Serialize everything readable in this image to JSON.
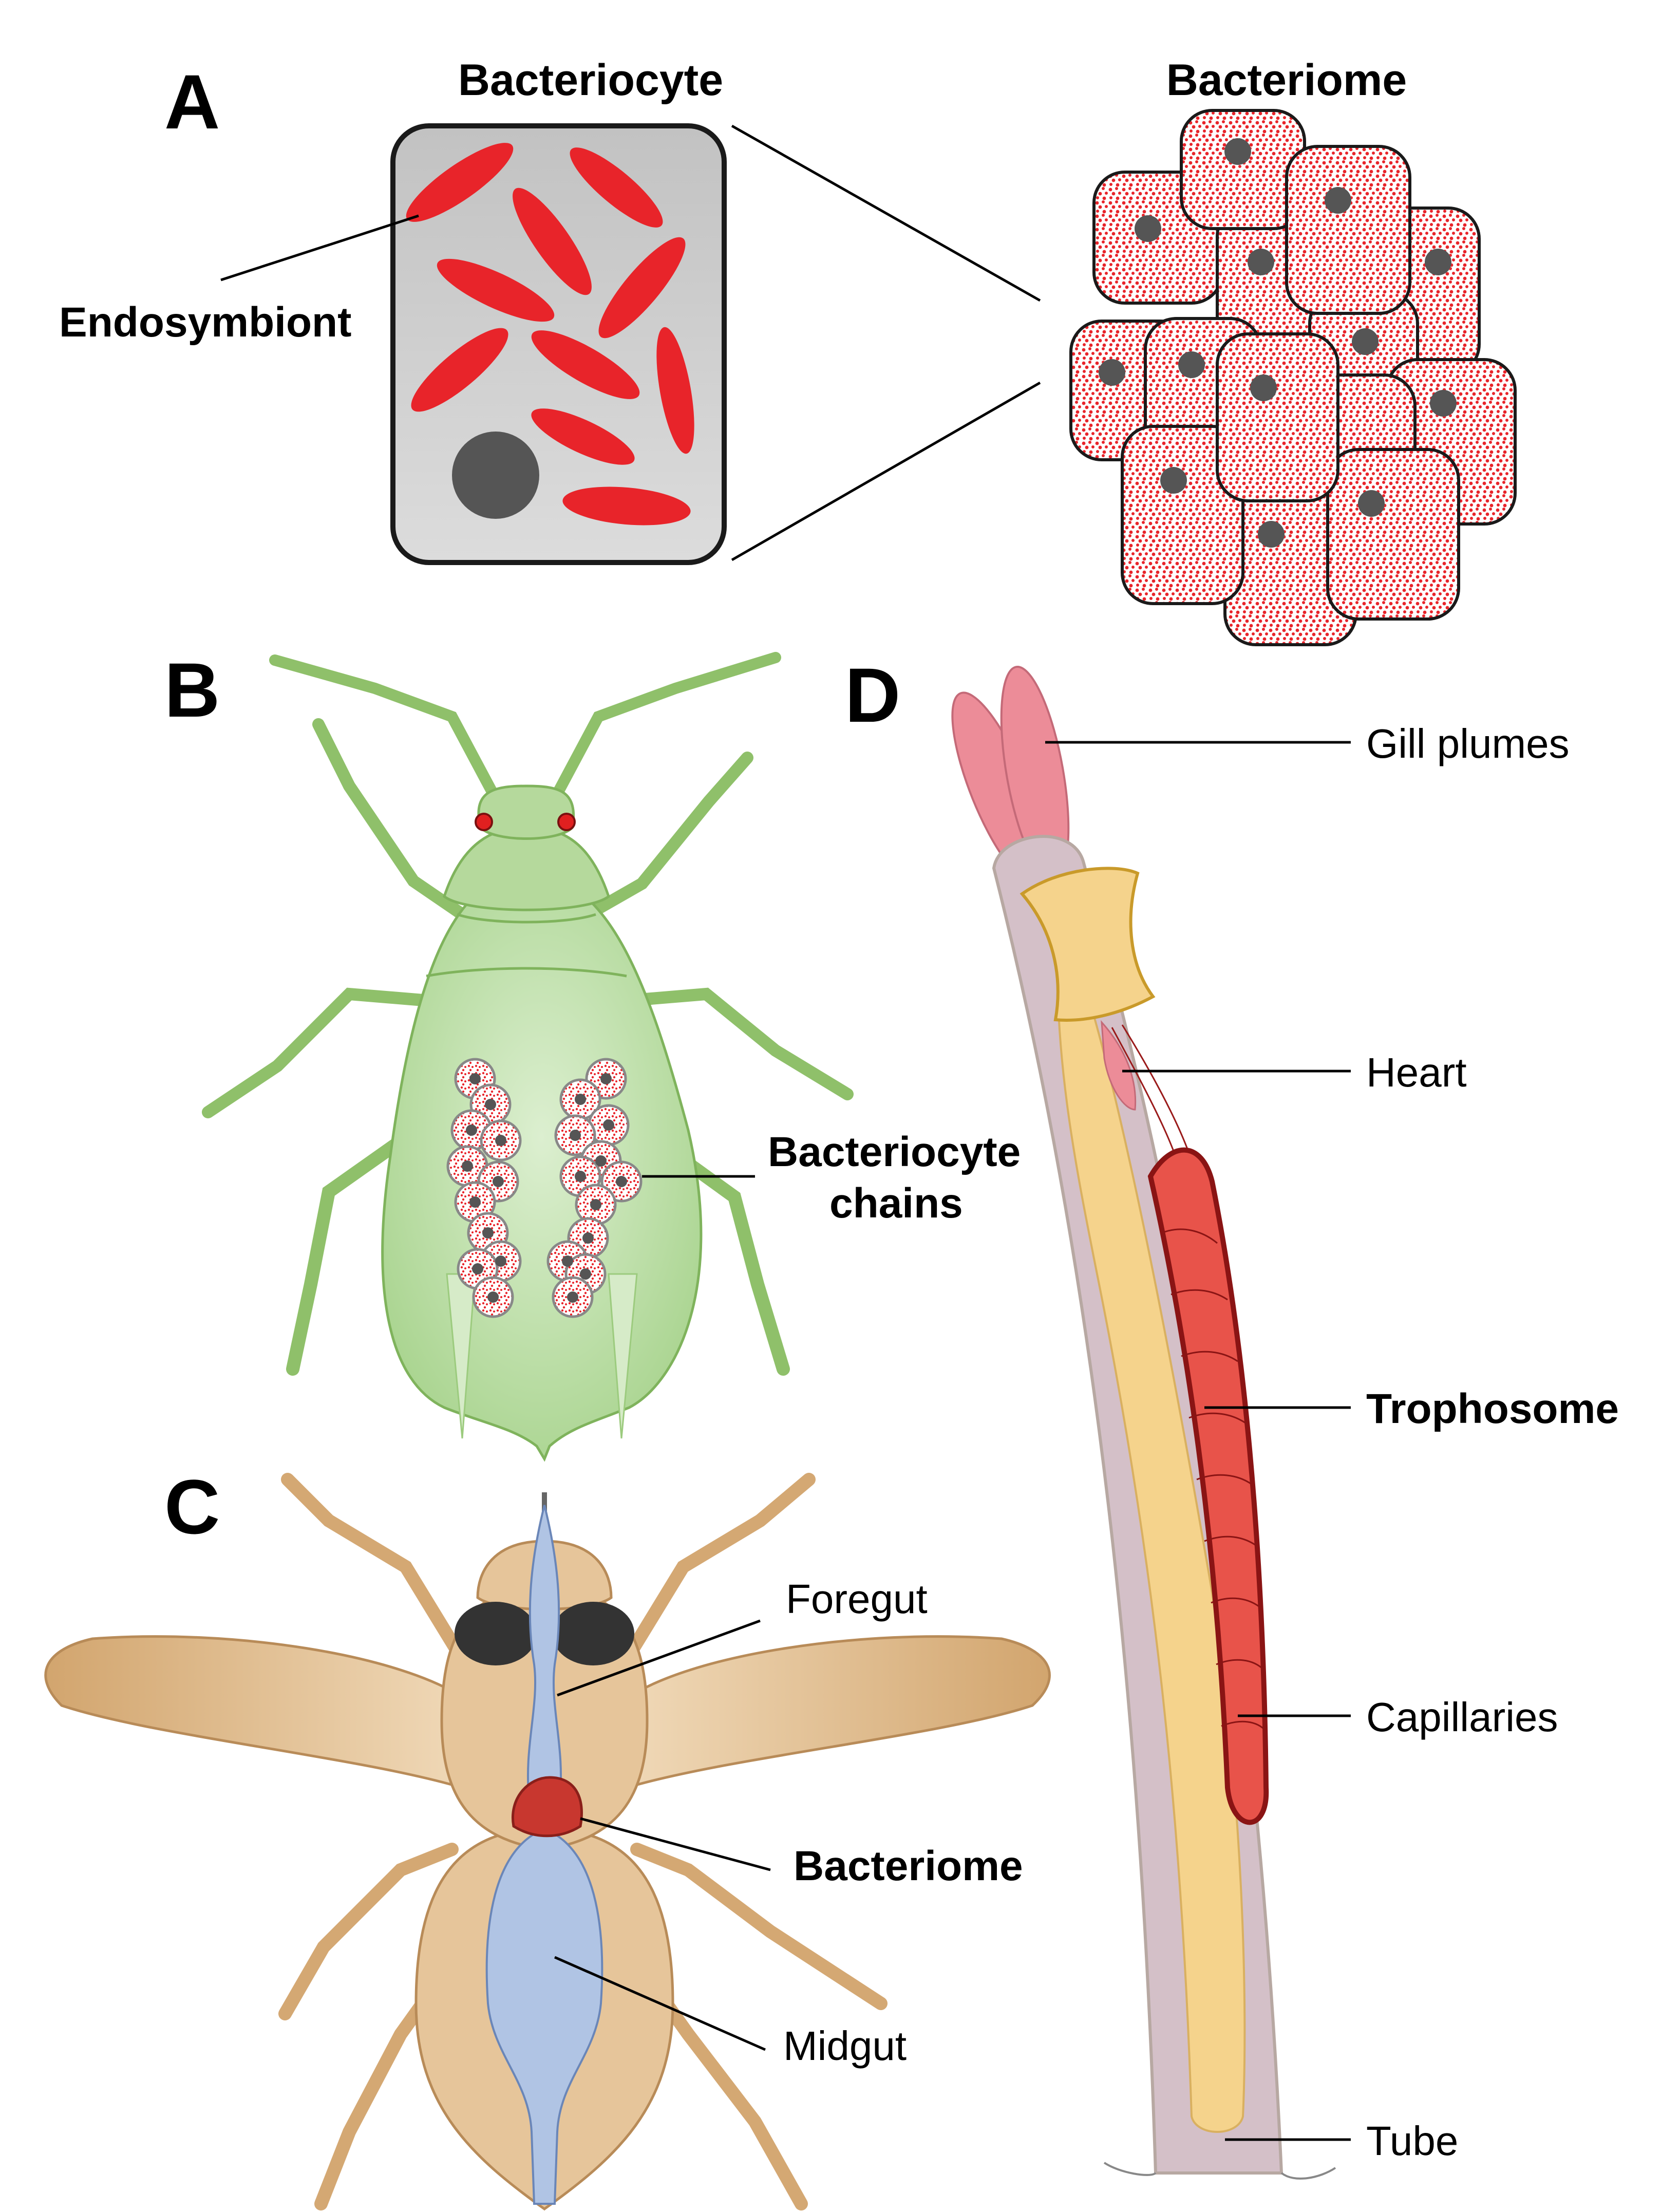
{
  "panels": {
    "a": {
      "letter": "A",
      "title_left": "Bacteriocyte",
      "title_right": "Bacteriome",
      "label_endosymbiont": "Endosymbiont"
    },
    "b": {
      "letter": "B",
      "label_line1": "Bacteriocyte",
      "label_line2": "chains"
    },
    "c": {
      "letter": "C",
      "label_foregut": "Foregut",
      "label_bacteriome": "Bacteriome",
      "label_midgut": "Midgut"
    },
    "d": {
      "letter": "D",
      "label_gill": "Gill plumes",
      "label_heart": "Heart",
      "label_trophosome": "Trophosome",
      "label_capillaries": "Capillaries",
      "label_tube": "Tube"
    }
  },
  "colors": {
    "endosymbiont": "#e8242a",
    "cell_fill": "#c8c8c8",
    "nucleus": "#555555",
    "aphid": "#b5d99c",
    "fly": "#e6c59a",
    "gut": "#b0c4e4",
    "worm_tube": "#d4c0c8",
    "trophosome": "#e8534a",
    "gill": "#ec8c98"
  }
}
